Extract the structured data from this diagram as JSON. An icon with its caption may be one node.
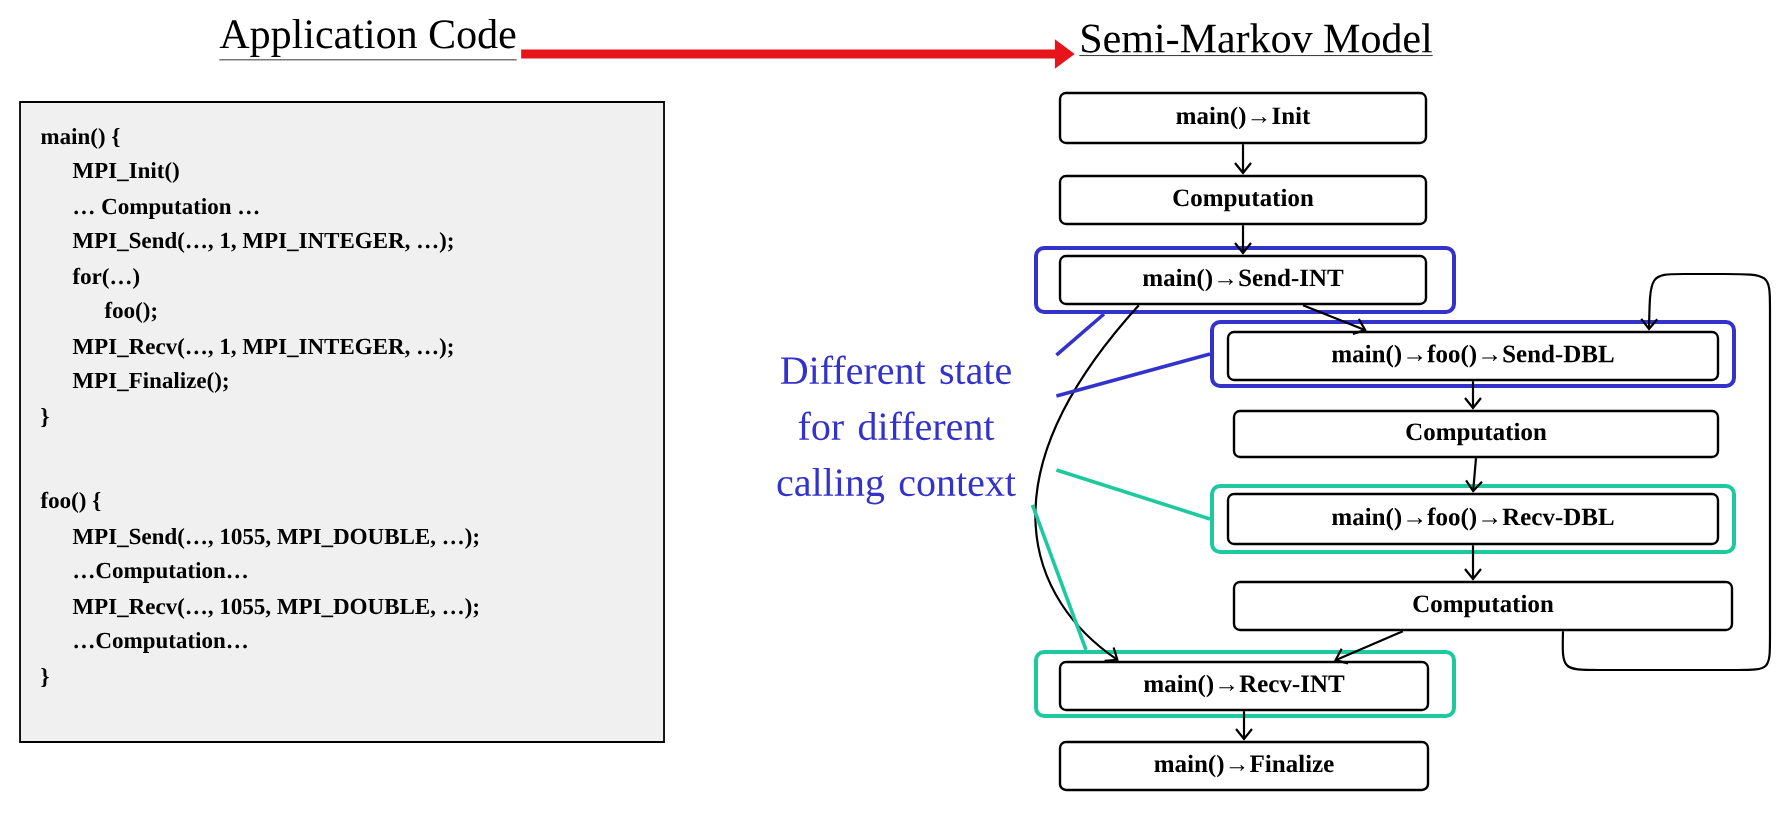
{
  "diagram": {
    "nodes": [
      {
        "text": [
          "Application Code"
        ]
      },
      {
        "text": [
          "Semi-Markov Model"
        ]
      },
      {
        "text": [
          "main() {",
          "MPI_Init()",
          "… Computation …",
          "MPI_Send(…, 1, MPI_INTEGER, …);",
          "for(…)",
          "foo();",
          "MPI_Recv(…, 1, MPI_INTEGER, …);",
          "MPI_Finalize();",
          "}",
          "foo() {",
          "MPI_Send(…, 1055, MPI_DOUBLE, …);",
          "…Computation…",
          "MPI_Recv(…, 1055, MPI_DOUBLE, …);",
          "…Computation…",
          "}"
        ]
      },
      {
        "text": [
          "main()→Init"
        ]
      },
      {
        "text": [
          "Computation"
        ]
      },
      {
        "text": [],
        "shape": "box"
      },
      {
        "text": [
          "main()→Send-INT"
        ],
        "in": 5
      },
      {
        "text": [],
        "shape": "box"
      },
      {
        "text": [
          "main()→foo()→Send-DBL"
        ],
        "in": 7
      },
      {
        "text": [
          "Computation"
        ]
      },
      {
        "text": [],
        "shape": "box"
      },
      {
        "text": [
          "main()→foo()→Recv-DBL"
        ],
        "in": 10
      },
      {
        "text": [
          "Computation"
        ]
      },
      {
        "text": [],
        "shape": "box"
      },
      {
        "text": [
          "main()→Recv-INT"
        ],
        "in": 13
      },
      {
        "text": [
          "main()→Finalize"
        ]
      },
      {
        "text": [
          "Different state for different calling context"
        ]
      }
    ],
    "edges": [
      {
        "from": 0,
        "to": 1,
        "arrow": "to",
        "style": "thick",
        "color": "#e8141c"
      },
      {
        "from": 3,
        "to": 4,
        "arrow": "to"
      },
      {
        "from": 4,
        "to": 6,
        "arrow": "to"
      },
      {
        "from": 6,
        "to": 8,
        "arrow": "to"
      },
      {
        "from": 8,
        "to": 9,
        "arrow": "to"
      },
      {
        "from": 9,
        "to": 11,
        "arrow": "to"
      },
      {
        "from": 11,
        "to": 12,
        "arrow": "to"
      },
      {
        "from": 12,
        "to": 14,
        "arrow": "to"
      },
      {
        "from": 14,
        "to": 15,
        "arrow": "to"
      },
      {
        "from": 12,
        "to": 8,
        "arrow": "to"
      },
      {
        "from": 6,
        "to": 14,
        "arrow": "to"
      },
      {
        "from": 16,
        "to": 5,
        "arrow": "none",
        "color": "#3333cc"
      },
      {
        "from": 16,
        "to": 7,
        "arrow": "none",
        "color": "#3333cc"
      },
      {
        "from": 16,
        "to": 10,
        "arrow": "none",
        "color": "#1fc9a0"
      },
      {
        "from": 16,
        "to": 13,
        "arrow": "none",
        "color": "#1fc9a0"
      }
    ]
  }
}
